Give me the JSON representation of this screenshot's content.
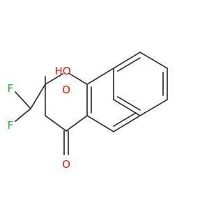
{
  "molecule": {
    "labels": {
      "ho": "HO",
      "o_ring": "O",
      "o_carbonyl": "O",
      "f_top": "F",
      "f_bottom": "F"
    },
    "colors": {
      "bond": "#3a3a3a",
      "oxygen": "#e8180c",
      "fluorine": "#33aa33",
      "carbon_text": "#3a3a3a"
    }
  }
}
